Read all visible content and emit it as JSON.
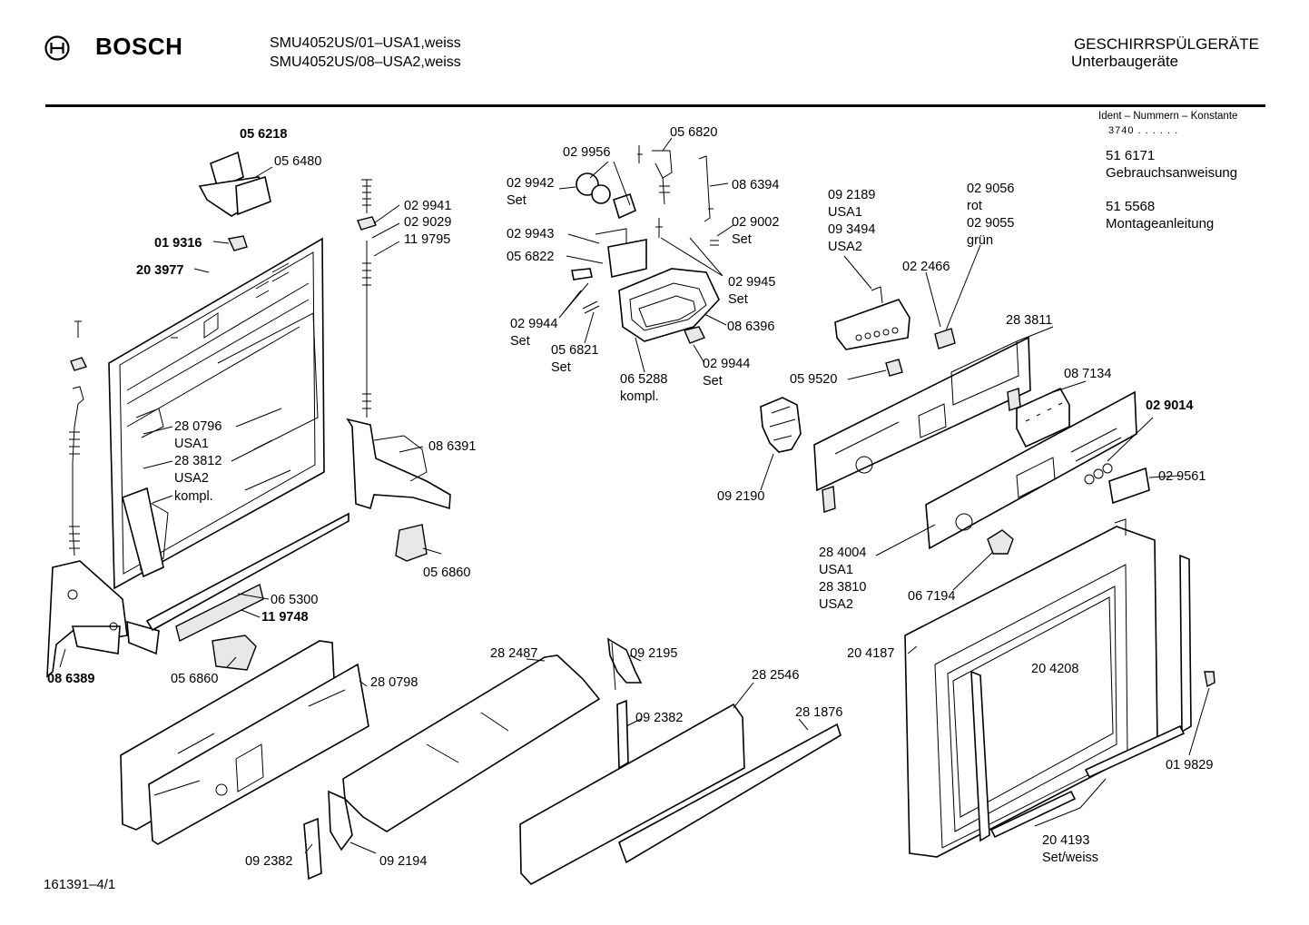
{
  "header": {
    "brand": "BOSCH",
    "brand_logo_icon": "bosch-armature-icon",
    "models": [
      "SMU4052US/01–USA1,weiss",
      "SMU4052US/08–USA2,weiss"
    ],
    "category_title": "GESCHIRRSPÜLGERÄTE",
    "category_subtitle": "Unterbaugeräte"
  },
  "ident": {
    "label": "Ident – Nummern – Konstante",
    "value": "3740 . .  . . . ."
  },
  "documents": [
    {
      "number": "51 6171",
      "name": "Gebrauchsanweisung"
    },
    {
      "number": "51 5568",
      "name": "Montageanleitung"
    }
  ],
  "callouts": {
    "c056218": "05 6218",
    "c056480": "05 6480",
    "c019316": "01 9316",
    "c203977": "20 3977",
    "c029941": "02 9941",
    "c029029": "02 9029",
    "c119795": "11 9795",
    "c280796": "28 0796",
    "usa1_a": "USA1",
    "c283812": "28 3812",
    "usa2_a": "USA2",
    "kompl_a": "kompl.",
    "c086391": "08 6391",
    "c056860a": "05 6860",
    "c065300": "06 5300",
    "c119748": "11 9748",
    "c056860b": "05 6860",
    "c086389": "08 6389",
    "c029956": "02 9956",
    "c056820": "05 6820",
    "c029942": "02 9942",
    "set_9942": "Set",
    "c086394": "08 6394",
    "c029002": "02 9002",
    "set_9002": "Set",
    "c029943": "02 9943",
    "c056822": "05 6822",
    "c029945": "02 9945",
    "set_9945": "Set",
    "c029944a": "02 9944",
    "set_9944a": "Set",
    "c056821": "05 6821",
    "set_6821": "Set",
    "c086396": "08 6396",
    "c029944b": "02 9944",
    "set_9944b": "Set",
    "c065288": "06 5288",
    "kompl_b": "kompl.",
    "c092189": "09 2189",
    "usa1_b": "USA1",
    "c093494": "09 3494",
    "usa2_b": "USA2",
    "c029056": "02 9056",
    "rot": "rot",
    "c029055": "02 9055",
    "gruen": "grün",
    "c022466": "02 2466",
    "c283811": "28 3811",
    "c059520": "05 9520",
    "c087134": "08 7134",
    "c029014": "02 9014",
    "c029561": "02 9561",
    "c092190": "09 2190",
    "c284004": "28 4004",
    "usa1_c": "USA1",
    "c283810": "28 3810",
    "usa2_c": "USA2",
    "c067194": "06 7194",
    "c204187": "20 4187",
    "c204208": "20 4208",
    "c019829": "01 9829",
    "c204193": "20 4193",
    "set_weiss": "Set/weiss",
    "c282487": "28 2487",
    "c092195": "09 2195",
    "c280798": "28 0798",
    "c092382a": "09 2382",
    "c282546": "28 2546",
    "c281876": "28 1876",
    "c092382b": "09 2382",
    "c092194": "09 2194"
  },
  "footer": {
    "code": "161391–4/1"
  }
}
